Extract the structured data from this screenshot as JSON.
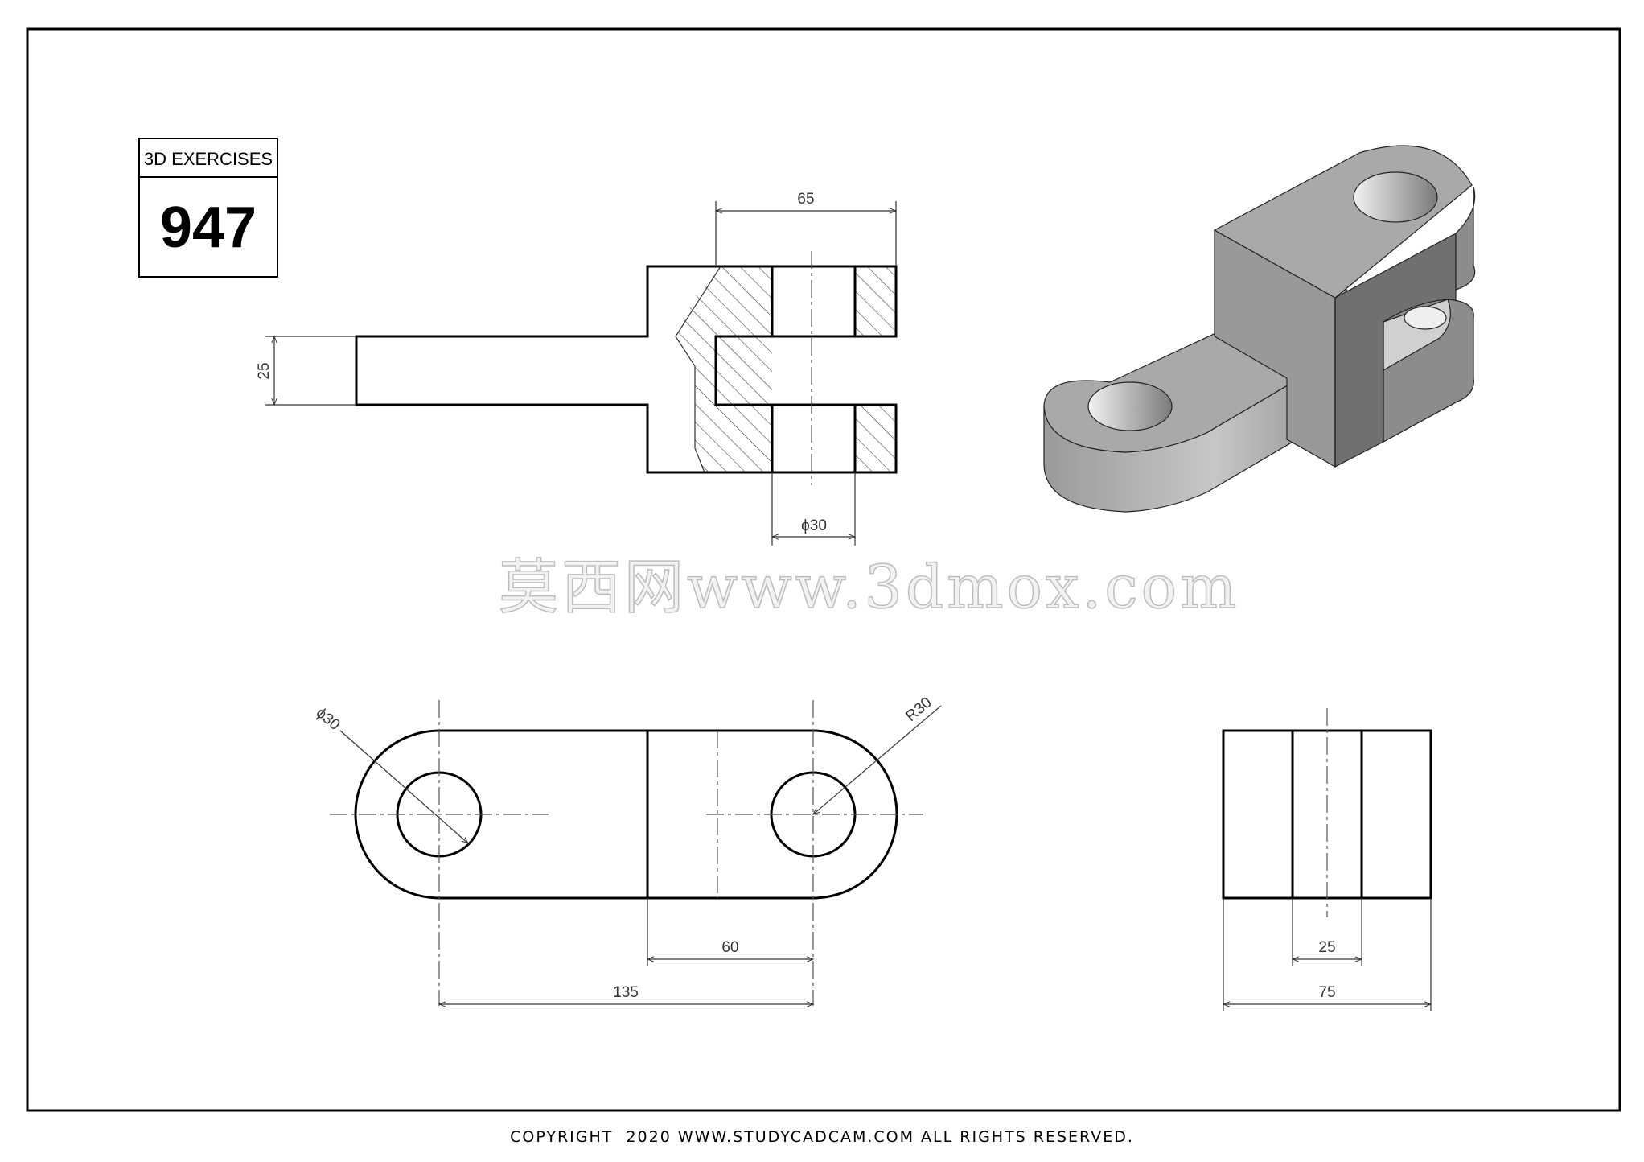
{
  "title_block": {
    "label": "3D EXERCISES",
    "number": "947"
  },
  "dimensions": {
    "d65": "65",
    "d25_thickness": "25",
    "phi30_section": "ϕ30",
    "phi30_top": "ϕ30",
    "r30": "R30",
    "d60": "60",
    "d135": "135",
    "d25_side": "25",
    "d75": "75"
  },
  "watermark": "莫西网www.3dmox.com",
  "footer": {
    "copyright": "COPYRIGHT  2020 WWW.STUDYCADCAM.COM ALL RIGHTS RESERVED."
  },
  "colors": {
    "line": "#000000",
    "shade_top": "#a9a9a9",
    "shade_side": "#8c8c8c",
    "shade_dark": "#6e6e6e"
  }
}
